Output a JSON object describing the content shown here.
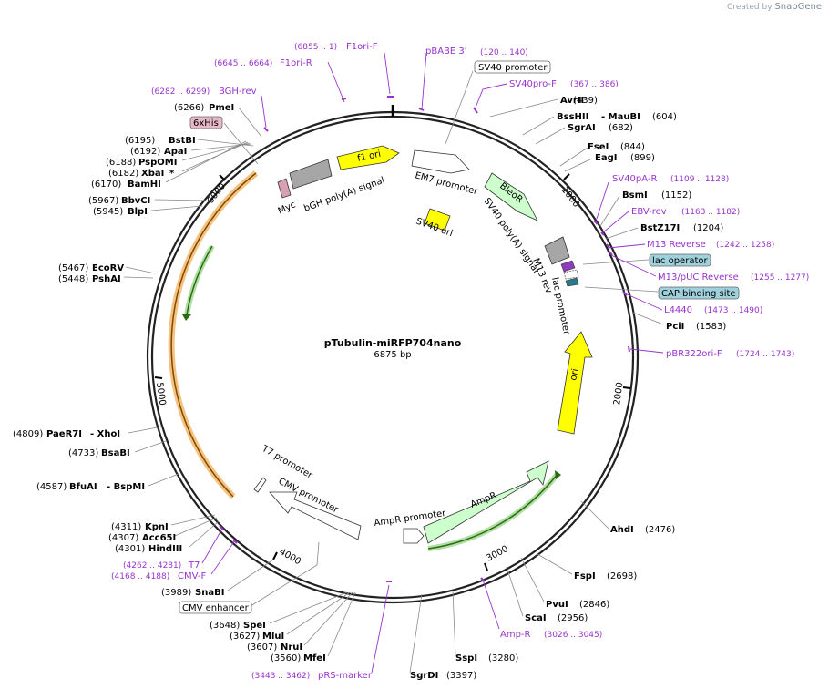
{
  "header": {
    "credit_prefix": "Created by",
    "credit_brand": "SnapGene"
  },
  "plasmid": {
    "name": "pTubulin-miRFP704nano",
    "length": "6875 bp",
    "total_bp": 6875
  },
  "ticks": [
    "1000",
    "2000",
    "3000",
    "4000",
    "5000",
    "6000"
  ],
  "colors": {
    "enzyme": "#000000",
    "primer": "#9933cc",
    "ori": "#ffff00",
    "amp": "#ccffcc",
    "grey": "#a6a6a6",
    "orf_orange": "#f3a84a",
    "orf_green": "#4b9c2d"
  },
  "features": [
    {
      "id": "f1ori",
      "label": "f1 ori",
      "color": "ori"
    },
    {
      "id": "bgh",
      "label": "bGH poly(A) signal",
      "color": "grey"
    },
    {
      "id": "myc",
      "label": "Myc",
      "color": "pink"
    },
    {
      "id": "em7",
      "label": "EM7 promoter",
      "color": "white"
    },
    {
      "id": "bleor",
      "label": "BleoR",
      "color": "amp"
    },
    {
      "id": "sv40ori",
      "label": "SV40 ori",
      "color": "ori"
    },
    {
      "id": "sv40pa",
      "label": "SV40 poly(A) signal",
      "color": "grey"
    },
    {
      "id": "m13rev",
      "label": "M13 rev",
      "color": "white"
    },
    {
      "id": "lacprom",
      "label": "lac promoter",
      "color": "white"
    },
    {
      "id": "ori",
      "label": "ori",
      "color": "ori"
    },
    {
      "id": "ampr",
      "label": "AmpR",
      "color": "amp"
    },
    {
      "id": "amprprom",
      "label": "AmpR promoter",
      "color": "white"
    },
    {
      "id": "cmvprom",
      "label": "CMV promoter",
      "color": "white"
    },
    {
      "id": "t7prom",
      "label": "T7 promoter",
      "color": "white"
    }
  ],
  "labels": {
    "right": [
      {
        "name": "SV40 promoter",
        "pos": "",
        "kind": "box"
      },
      {
        "name": "SV40pro-F",
        "pos": "(367 .. 386)",
        "kind": "primer"
      },
      {
        "name": "AvrII",
        "pos": "(439)",
        "kind": "enzyme"
      },
      {
        "name": "BssHII",
        "pos": "(604)",
        "kind": "enzyme",
        "extra": "- MauBI"
      },
      {
        "name": "SgrAI",
        "pos": "(682)",
        "kind": "enzyme"
      },
      {
        "name": "FseI",
        "pos": "(844)",
        "kind": "enzyme"
      },
      {
        "name": "EagI",
        "pos": "(899)",
        "kind": "enzyme"
      },
      {
        "name": "SV40pA-R",
        "pos": "(1109 .. 1128)",
        "kind": "primer"
      },
      {
        "name": "BsmI",
        "pos": "(1152)",
        "kind": "enzyme"
      },
      {
        "name": "EBV-rev",
        "pos": "(1163 .. 1182)",
        "kind": "primer"
      },
      {
        "name": "BstZ17I",
        "pos": "(1204)",
        "kind": "enzyme"
      },
      {
        "name": "M13 Reverse",
        "pos": "(1242 .. 1258)",
        "kind": "primer"
      },
      {
        "name": "lac operator",
        "pos": "",
        "kind": "bluebox"
      },
      {
        "name": "M13/pUC Reverse",
        "pos": "(1255 .. 1277)",
        "kind": "primer"
      },
      {
        "name": "CAP binding site",
        "pos": "",
        "kind": "bluebox"
      },
      {
        "name": "L4440",
        "pos": "(1473 .. 1490)",
        "kind": "primer"
      },
      {
        "name": "PciI",
        "pos": "(1583)",
        "kind": "enzyme"
      },
      {
        "name": "pBR322ori-F",
        "pos": "(1724 .. 1743)",
        "kind": "primer"
      },
      {
        "name": "AhdI",
        "pos": "(2476)",
        "kind": "enzyme"
      },
      {
        "name": "FspI",
        "pos": "(2698)",
        "kind": "enzyme"
      },
      {
        "name": "PvuI",
        "pos": "(2846)",
        "kind": "enzyme"
      },
      {
        "name": "ScaI",
        "pos": "(2956)",
        "kind": "enzyme"
      },
      {
        "name": "Amp-R",
        "pos": "(3026 .. 3045)",
        "kind": "primer"
      },
      {
        "name": "SspI",
        "pos": "(3280)",
        "kind": "enzyme"
      },
      {
        "name": "SgrDI",
        "pos": "(3397)",
        "kind": "enzyme"
      }
    ],
    "left": [
      {
        "name": "F1ori-F",
        "pos": "(6855 .. 1)",
        "kind": "primer"
      },
      {
        "name": "pBABE 3'",
        "pos": "(120 .. 140)",
        "kind": "primer"
      },
      {
        "name": "F1ori-R",
        "pos": "(6645 .. 6664)",
        "kind": "primer"
      },
      {
        "name": "BGH-rev",
        "pos": "(6282 .. 6299)",
        "kind": "primer"
      },
      {
        "name": "PmeI",
        "pos": "(6266)",
        "kind": "enzyme"
      },
      {
        "name": "6xHis",
        "pos": "",
        "kind": "pinkbox"
      },
      {
        "name": "BstBI",
        "pos": "(6195)",
        "kind": "enzyme"
      },
      {
        "name": "ApaI",
        "pos": "(6192)",
        "kind": "enzyme"
      },
      {
        "name": "PspOMI",
        "pos": "(6188)",
        "kind": "enzyme"
      },
      {
        "name": "XbaI",
        "pos": "(6182)",
        "kind": "enzyme",
        "extra": "*"
      },
      {
        "name": "BamHI",
        "pos": "(6170)",
        "kind": "enzyme"
      },
      {
        "name": "BbvCI",
        "pos": "(5967)",
        "kind": "enzyme"
      },
      {
        "name": "BlpI",
        "pos": "(5945)",
        "kind": "enzyme"
      },
      {
        "name": "EcoRV",
        "pos": "(5467)",
        "kind": "enzyme"
      },
      {
        "name": "PshAI",
        "pos": "(5448)",
        "kind": "enzyme"
      },
      {
        "name": "PaeR7I",
        "pos": "(4809)",
        "kind": "enzyme",
        "extra": "- XhoI"
      },
      {
        "name": "BsaBI",
        "pos": "(4733)",
        "kind": "enzyme"
      },
      {
        "name": "BfuAI",
        "pos": "(4587)",
        "kind": "enzyme",
        "extra": "- BspMI"
      },
      {
        "name": "KpnI",
        "pos": "(4311)",
        "kind": "enzyme"
      },
      {
        "name": "Acc65I",
        "pos": "(4307)",
        "kind": "enzyme"
      },
      {
        "name": "HindIII",
        "pos": "(4301)",
        "kind": "enzyme"
      },
      {
        "name": "T7",
        "pos": "(4262 .. 4281)",
        "kind": "primer"
      },
      {
        "name": "CMV-F",
        "pos": "(4168 .. 4188)",
        "kind": "primer"
      },
      {
        "name": "SnaBI",
        "pos": "(3989)",
        "kind": "enzyme"
      },
      {
        "name": "CMV enhancer",
        "pos": "",
        "kind": "box"
      },
      {
        "name": "SpeI",
        "pos": "(3648)",
        "kind": "enzyme"
      },
      {
        "name": "MluI",
        "pos": "(3627)",
        "kind": "enzyme"
      },
      {
        "name": "NruI",
        "pos": "(3607)",
        "kind": "enzyme"
      },
      {
        "name": "MfeI",
        "pos": "(3560)",
        "kind": "enzyme"
      },
      {
        "name": "pRS-marker",
        "pos": "(3443 .. 3462)",
        "kind": "primer"
      }
    ]
  }
}
